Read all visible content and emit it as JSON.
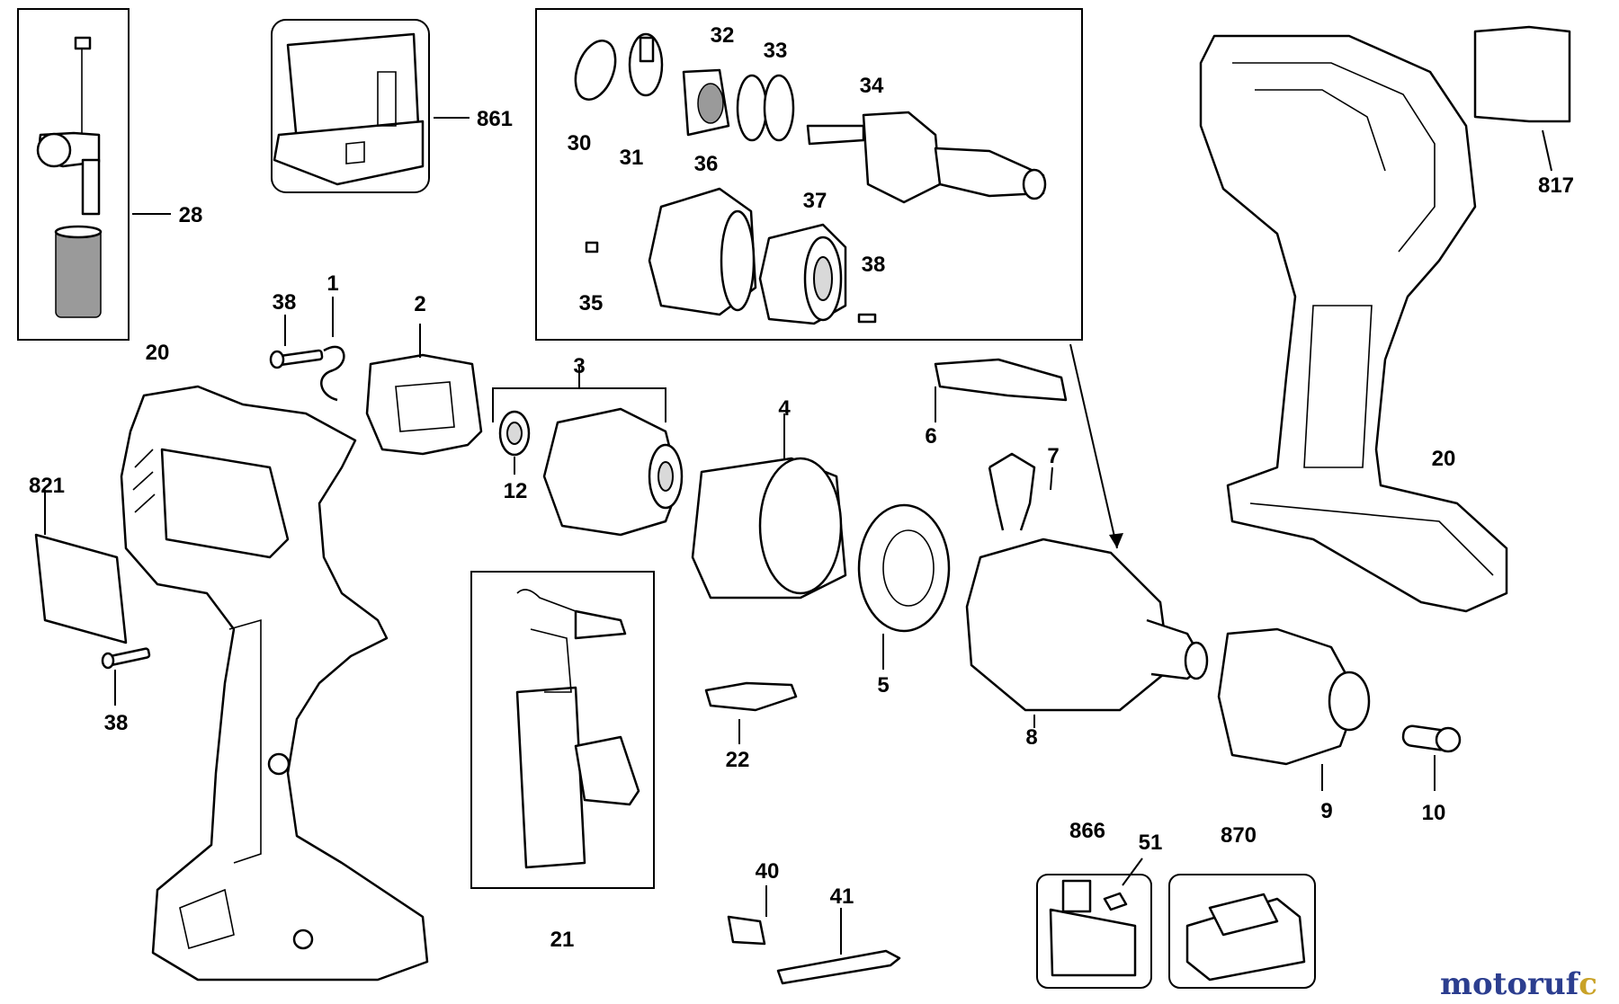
{
  "labels": {
    "l1": "1",
    "l2": "2",
    "l3": "3",
    "l4": "4",
    "l5": "5",
    "l6": "6",
    "l7": "7",
    "l8": "8",
    "l9": "9",
    "l10": "10",
    "l12": "12",
    "l20a": "20",
    "l20b": "20",
    "l21": "21",
    "l22": "22",
    "l28": "28",
    "l30": "30",
    "l31": "31",
    "l32": "32",
    "l33": "33",
    "l34": "34",
    "l35": "35",
    "l36": "36",
    "l37": "37",
    "l38a": "38",
    "l38b": "38",
    "l38c": "38",
    "l40": "40",
    "l41": "41",
    "l51": "51",
    "l817": "817",
    "l821": "821",
    "l861": "861",
    "l866": "866",
    "l870": "870"
  },
  "watermark": {
    "text_main": "motoruf",
    "text_end": "c"
  },
  "colors": {
    "line": "#000000",
    "watermark_blue": "#2c3e8f",
    "watermark_gold": "#c9a227"
  }
}
